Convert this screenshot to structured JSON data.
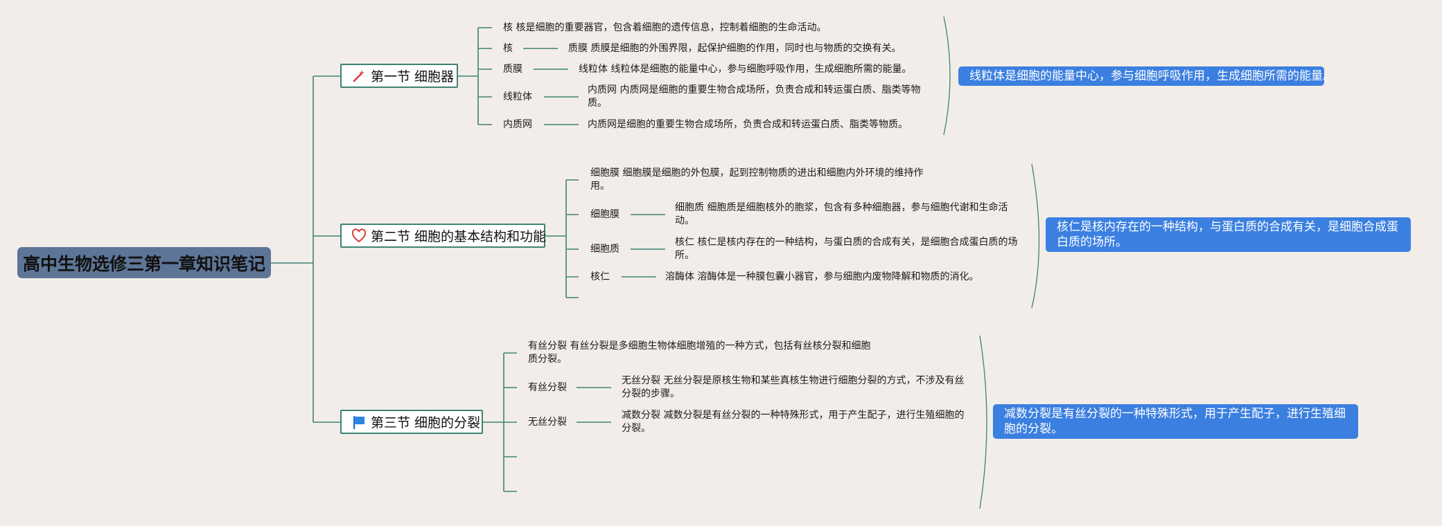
{
  "root": "高中生物选修三第一章知识笔记",
  "sections": [
    {
      "title": "第一节 细胞器",
      "icon": "wand-icon",
      "items": {
        "r0": "核 核是细胞的重要器官，包含着细胞的遗传信息，控制着细胞的生命活动。",
        "r1": "核",
        "r1_desc": "质膜 质膜是细胞的外围界限，起保护细胞的作用，同时也与物质的交换有关。",
        "r2": "质膜",
        "r2_desc": "线粒体 线粒体是细胞的能量中心，参与细胞呼吸作用，生成细胞所需的能量。",
        "r3": "线粒体",
        "r3_desc": "内质网 内质网是细胞的重要生物合成场所，负责合成和转运蛋白质、脂类等物质。",
        "r4": "内质网",
        "r4_desc": "内质网是细胞的重要生物合成场所，负责合成和转运蛋白质、脂类等物质。"
      },
      "summary": "线粒体是细胞的能量中心，参与细胞呼吸作用，生成细胞所需的能量。"
    },
    {
      "title": "第二节 细胞的基本结构和功能",
      "icon": "heart-icon",
      "items": {
        "r0": "细胞膜 细胞膜是细胞的外包膜，起到控制物质的进出和细胞内外环境的维持作用。",
        "r1": "细胞膜",
        "r1_desc": "细胞质 细胞质是细胞核外的胞浆，包含有多种细胞器，参与细胞代谢和生命活动。",
        "r2": "细胞质",
        "r2_desc": "核仁 核仁是核内存在的一种结构，与蛋白质的合成有关，是细胞合成蛋白质的场所。",
        "r3": "核仁",
        "r3_desc": "溶酶体 溶酶体是一种膜包囊小器官，参与细胞内废物降解和物质的消化。"
      },
      "summary": "核仁是核内存在的一种结构，与蛋白质的合成有关，是细胞合成蛋白质的场所。"
    },
    {
      "title": "第三节 细胞的分裂",
      "icon": "flag-icon",
      "items": {
        "r0": "有丝分裂 有丝分裂是多细胞生物体细胞增殖的一种方式，包括有丝核分裂和细胞质分裂。",
        "r1": "有丝分裂",
        "r1_desc": "无丝分裂 无丝分裂是原核生物和某些真核生物进行细胞分裂的方式，不涉及有丝分裂的步骤。",
        "r2": "无丝分裂",
        "r2_desc": "减数分裂 减数分裂是有丝分裂的一种特殊形式，用于产生配子，进行生殖细胞的分裂。"
      },
      "summary": "减数分裂是有丝分裂的一种特殊形式，用于产生配子，进行生殖细胞的分裂。"
    }
  ],
  "colors": {
    "line": "#3e8272",
    "summary": "#3b7fe0",
    "root": "#5d7596",
    "background": "#f2ede8"
  }
}
